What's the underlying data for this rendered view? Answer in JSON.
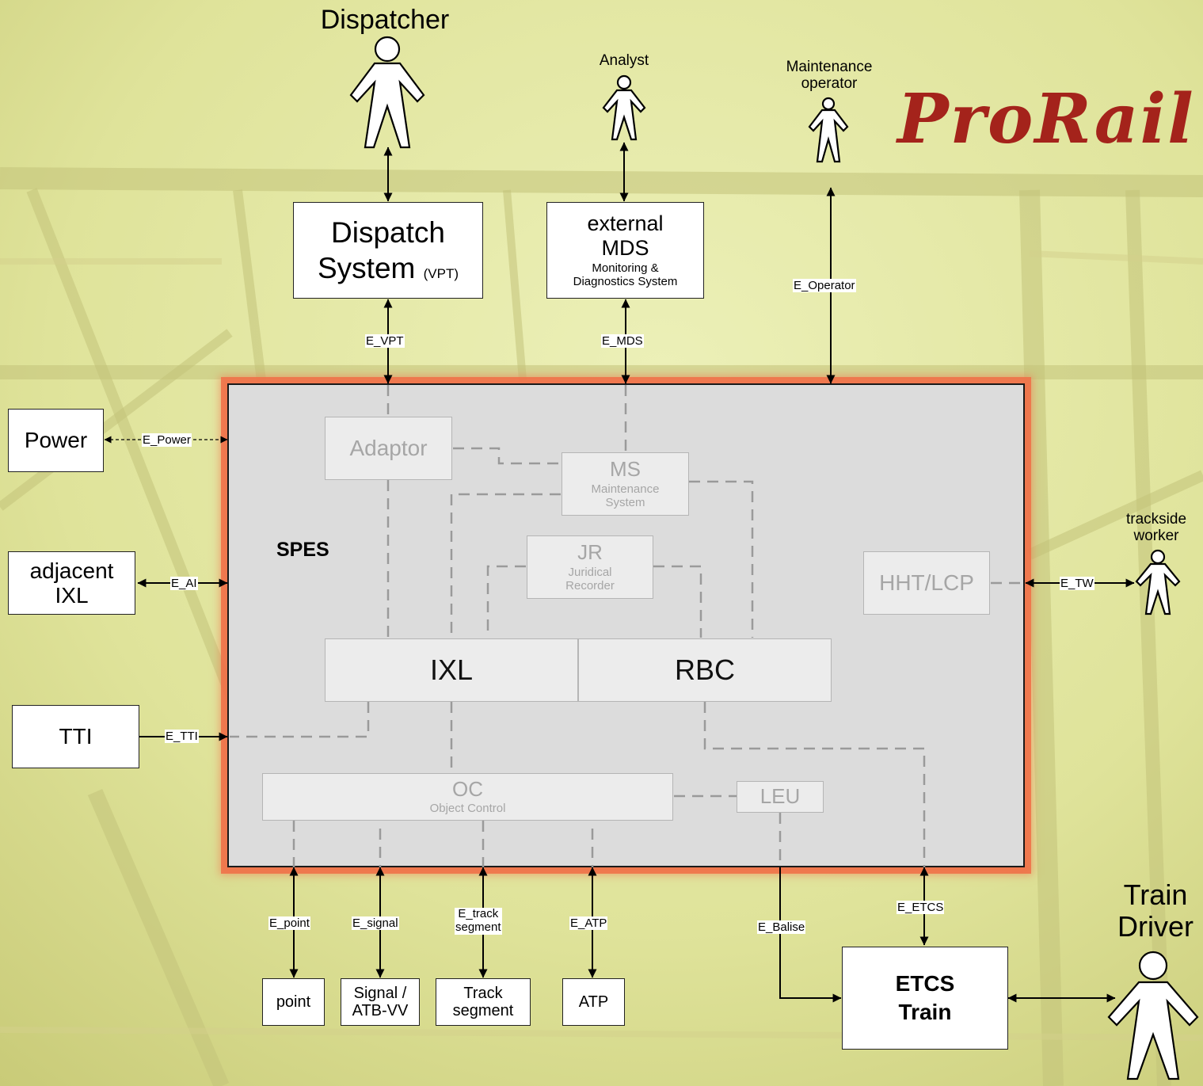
{
  "logo": {
    "text": "ProRail"
  },
  "actors": {
    "dispatcher": "Dispatcher",
    "analyst": "Analyst",
    "maintenance_operator": [
      "Maintenance",
      "operator"
    ],
    "trackside_worker": [
      "trackside",
      "worker"
    ],
    "train_driver": [
      "Train",
      "Driver"
    ]
  },
  "external_systems": {
    "dispatch_system": {
      "line1": "Dispatch",
      "line2": "System",
      "suffix": "(VPT)"
    },
    "external_mds": {
      "line1": "external",
      "line2": "MDS",
      "line3": "Monitoring &",
      "line4": "Diagnostics System"
    },
    "power": "Power",
    "adjacent_ixl": [
      "adjacent",
      "IXL"
    ],
    "tti": "TTI",
    "point": "point",
    "signal": [
      "Signal /",
      "ATB-VV"
    ],
    "track_segment": [
      "Track",
      "segment"
    ],
    "atp": "ATP",
    "etcs_train": [
      "ETCS",
      "Train"
    ]
  },
  "spes": {
    "label": "SPES",
    "adaptor": "Adaptor",
    "ms": {
      "title": "MS",
      "subtitle": [
        "Maintenance",
        "System"
      ]
    },
    "jr": {
      "title": "JR",
      "subtitle": [
        "Juridical",
        "Recorder"
      ]
    },
    "hht_lcp": "HHT/LCP",
    "ixl": "IXL",
    "rbc": "RBC",
    "oc": {
      "title": "OC",
      "subtitle": "Object Control"
    },
    "leu": "LEU"
  },
  "interfaces": {
    "e_vpt": "E_VPT",
    "e_mds": "E_MDS",
    "e_operator": "E_Operator",
    "e_power": "E_Power",
    "e_ai": "E_AI",
    "e_tti": "E_TTI",
    "e_tw": "E_TW",
    "e_point": "E_point",
    "e_signal": "E_signal",
    "e_track_segment": [
      "E_track",
      "segment"
    ],
    "e_atp": "E_ATP",
    "e_balise": "E_Balise",
    "e_etcs": "E_ETCS"
  }
}
